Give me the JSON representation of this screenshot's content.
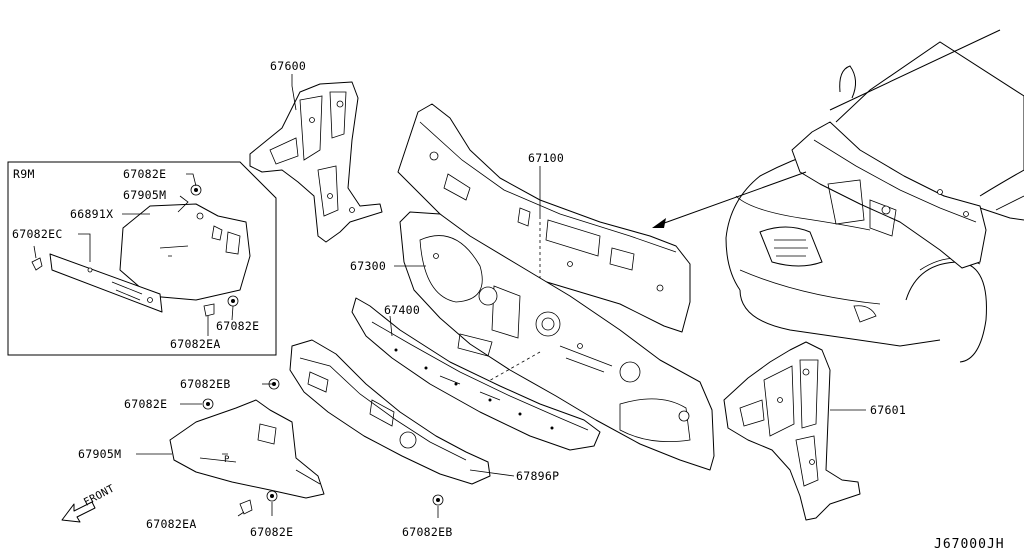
{
  "diagram": {
    "inset_variant": "R9M",
    "drawing_code": "J67000JH",
    "front_label": "FRONT",
    "part_labels": {
      "p67600": "67600",
      "p67100": "67100",
      "p67300": "67300",
      "p67400": "67400",
      "p67601": "67601",
      "p67896P": "67896P",
      "p67082E_inset_top": "67082E",
      "p67905M_inset": "67905M",
      "p66891X": "66891X",
      "p67082EC": "67082EC",
      "p67082E_inset_bottom": "67082E",
      "p67082EA_inset": "67082EA",
      "p67082EB_left": "67082EB",
      "p67082E_left": "67082E",
      "p67905M_main": "67905M",
      "p67082EA_main": "67082EA",
      "p67082E_main_bottom": "67082E",
      "p67082EB_bottom": "67082EB"
    }
  }
}
